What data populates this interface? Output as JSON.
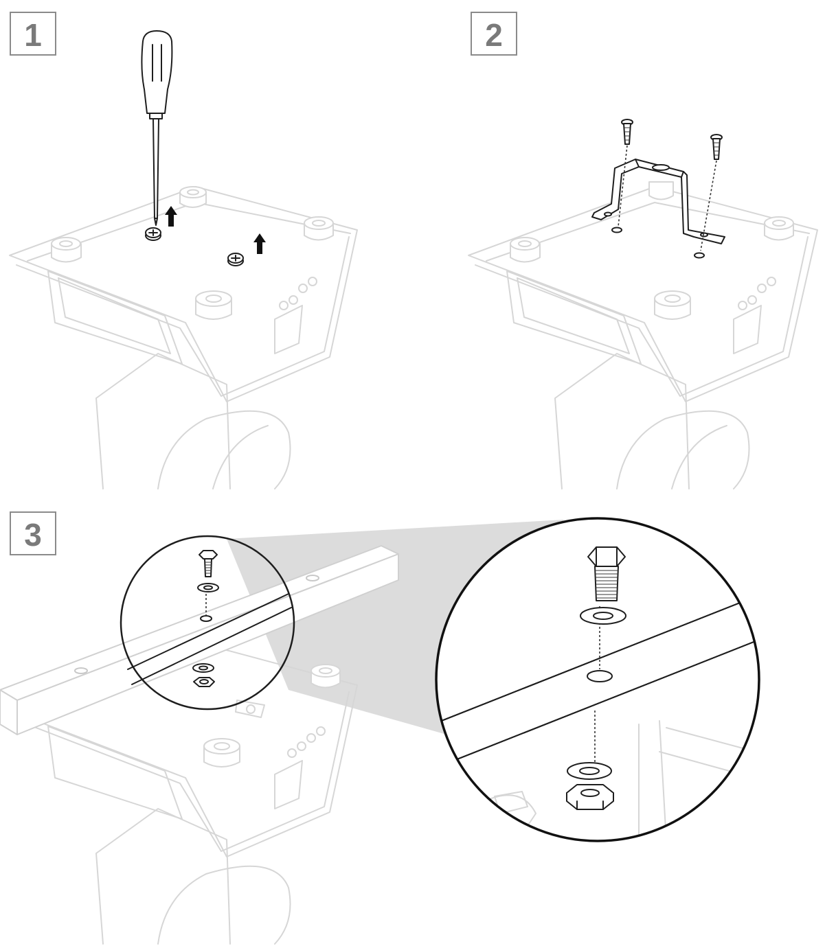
{
  "steps": [
    {
      "number": "1"
    },
    {
      "number": "2"
    },
    {
      "number": "3"
    }
  ],
  "icons": {
    "step1": [
      "screwdriver-icon",
      "screw-icon",
      "arrow-up-icon"
    ],
    "step2": [
      "bracket-icon",
      "screw-icon"
    ],
    "step3": [
      "bolt-icon",
      "washer-icon",
      "nut-icon",
      "magnifier-circle-icon"
    ]
  },
  "colors": {
    "ink": "#1e1e1e",
    "ghost_outline": "#d6d6d6",
    "badge_text": "#7a7a7a",
    "zoom_cone": "#d9d9d9"
  }
}
